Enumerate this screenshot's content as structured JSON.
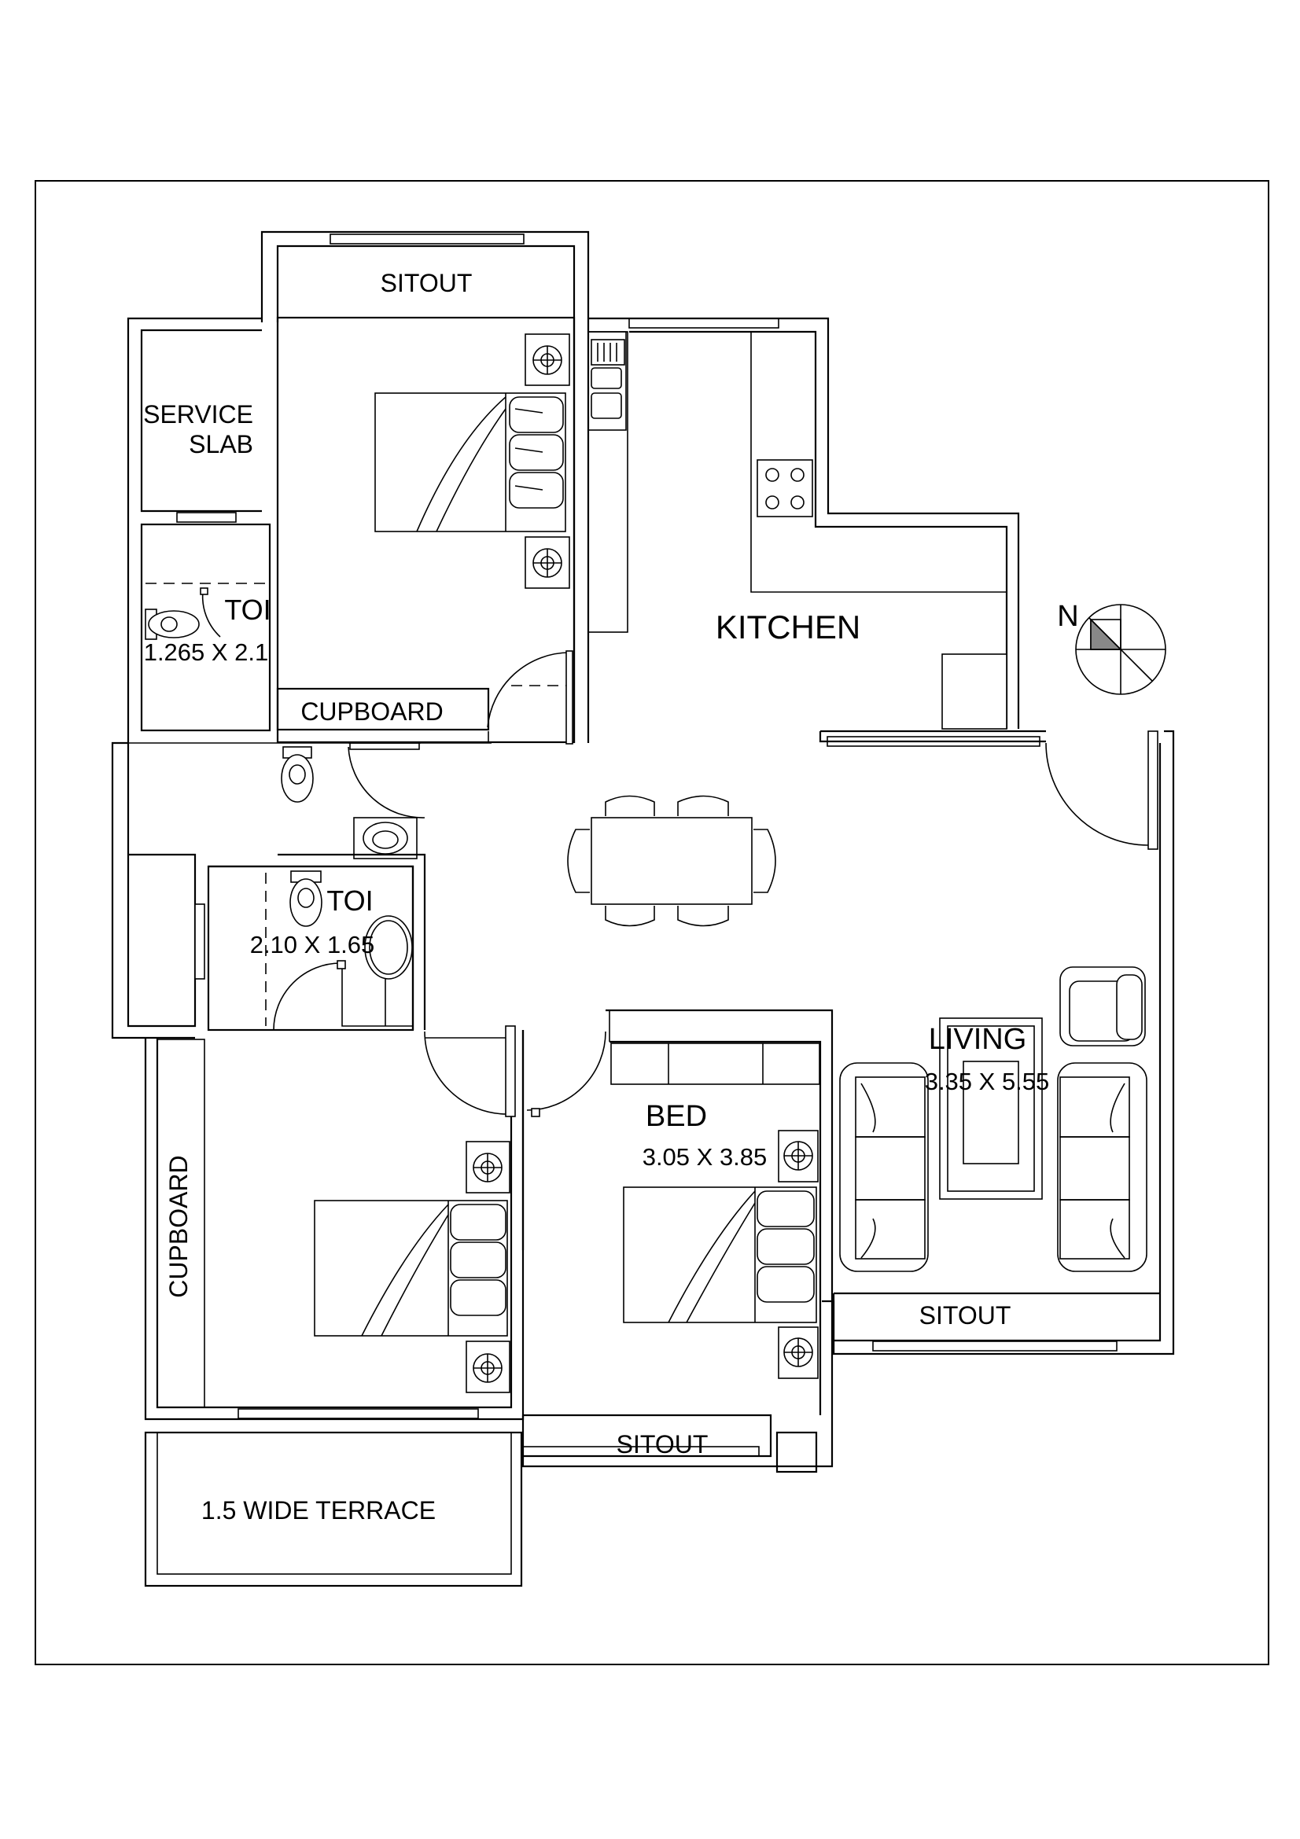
{
  "compass": {
    "label": "N"
  },
  "rooms": {
    "sitout_top": "SITOUT",
    "service_slab_1": "SERVICE",
    "service_slab_2": "SLAB",
    "kitchen": "KITCHEN",
    "toilet_small": "TOI",
    "toilet_small_size": "1.265 X 2.1",
    "cupboard_upper": "CUPBOARD",
    "toilet_common": "TOI",
    "toilet_common_size": "2.10 X 1.65",
    "living": "LIVING",
    "living_size": "3.35 X 5.55",
    "bed": "BED",
    "bed_size": "3.05 X 3.85",
    "cupboard_vertical": "CUPBOARD",
    "sitout_living": "SITOUT",
    "sitout_bed": "SITOUT",
    "terrace": "1.5 WIDE TERRACE"
  }
}
